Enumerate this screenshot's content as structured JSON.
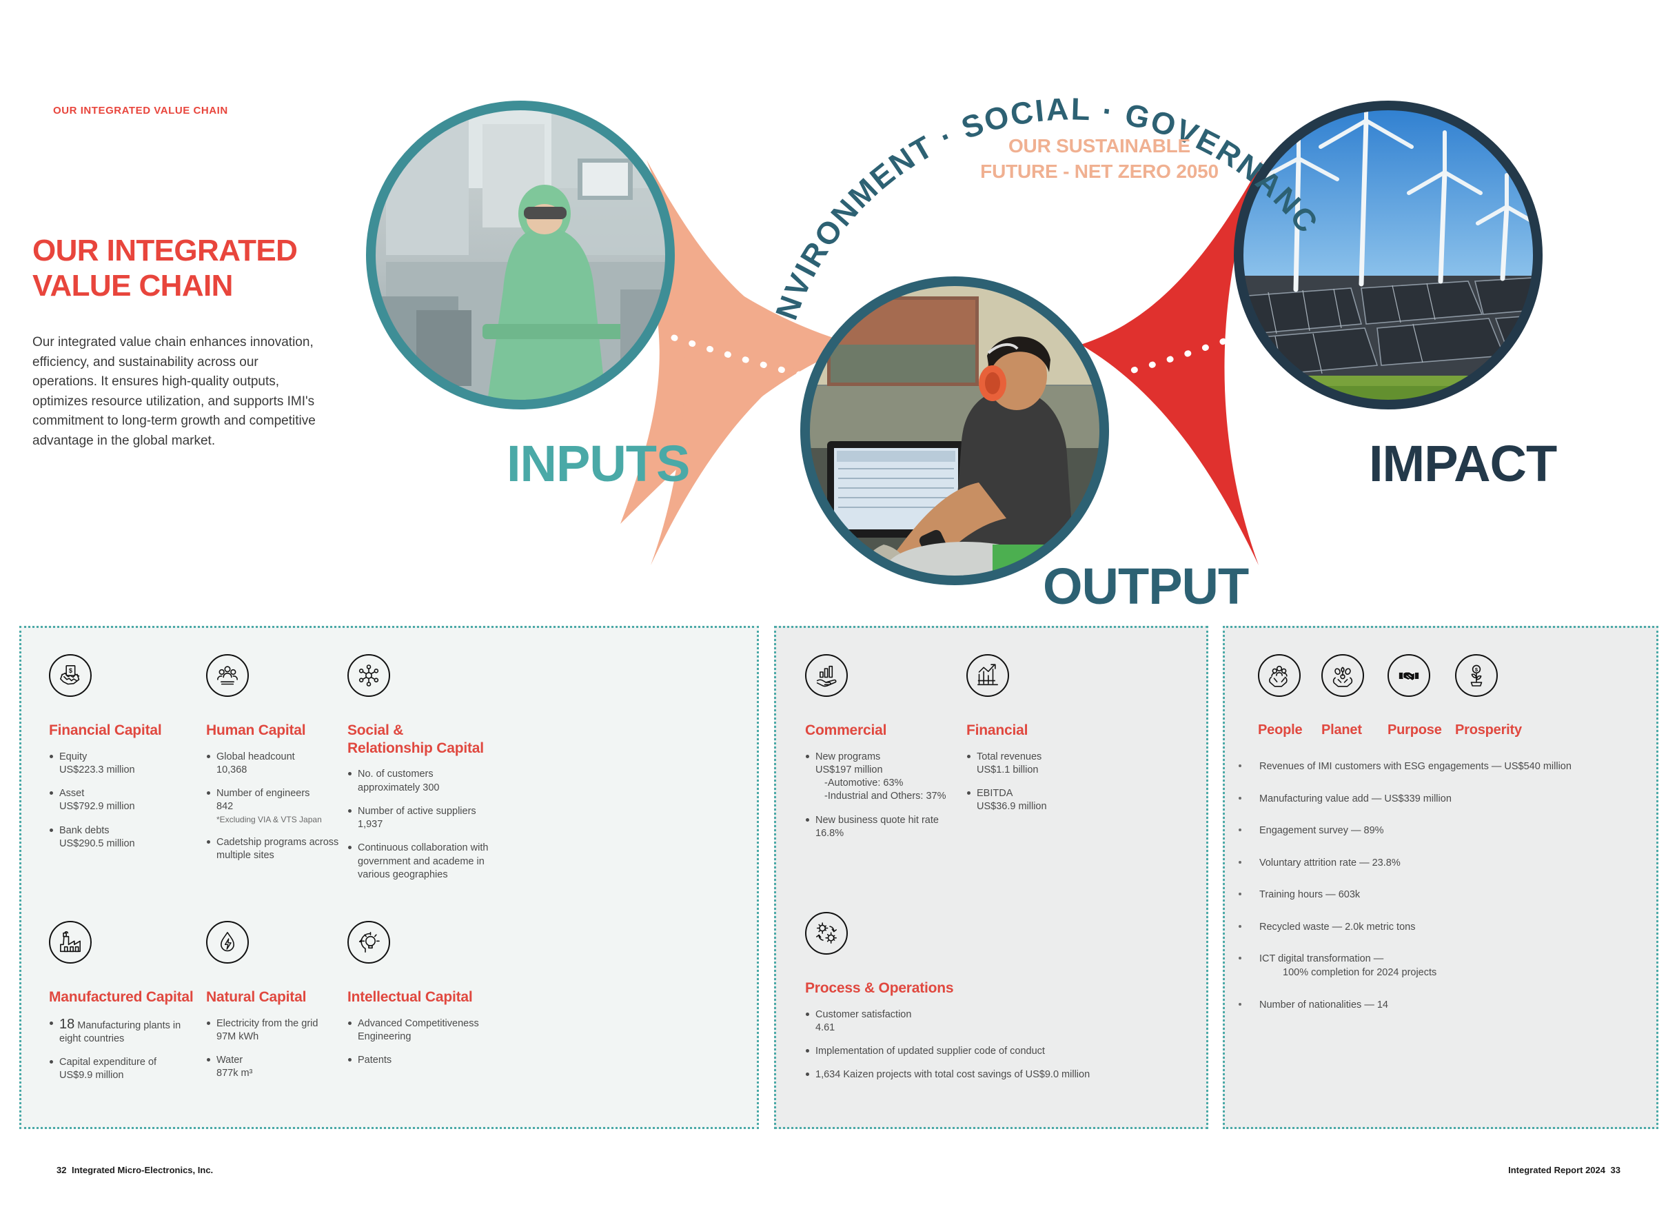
{
  "eyebrow": "OUR INTEGRATED VALUE CHAIN",
  "page_title": "OUR INTEGRATED\nVALUE CHAIN",
  "intro": "Our integrated value chain enhances innovation, efficiency, and sustainability across our operations. It ensures high-quality outputs, optimizes resource utilization, and supports IMI's commitment to long-term growth and competitive advantage in the global market.",
  "diagram": {
    "arc_text": "ENVIRONMENT · SOCIAL · GOVERNANCE",
    "sustainable_line1": "OUR SUSTAINABLE",
    "sustainable_line2": "FUTURE - NET ZERO 2050",
    "label_inputs": "INPUTS",
    "label_output": "OUTPUT",
    "label_impact": "IMPACT",
    "colors": {
      "inputs": "#4aa9a7",
      "output": "#2d6173",
      "impact": "#23394a",
      "connector_left": "#f2ab8c",
      "connector_right": "#e0312e",
      "arc": "#2d6173",
      "sustainable": "#f0b091"
    }
  },
  "inputs": {
    "cards": [
      {
        "icon": "handshake-dollar-icon",
        "title": "Financial Capital",
        "bullets": [
          {
            "label": "Equity",
            "value": "US$223.3 million"
          },
          {
            "label": "Asset",
            "value": "US$792.9 million"
          },
          {
            "label": "Bank debts",
            "value": "US$290.5 million"
          }
        ]
      },
      {
        "icon": "people-group-icon",
        "title": "Human Capital",
        "bullets": [
          {
            "label": "Global headcount",
            "value": "10,368"
          },
          {
            "label": "Number of engineers",
            "value": "842",
            "note": "*Excluding VIA & VTS Japan"
          },
          {
            "label": "Cadetship programs across multiple sites"
          }
        ]
      },
      {
        "icon": "network-nodes-icon",
        "title": "Social &\nRelationship Capital",
        "bullets": [
          {
            "label": "No. of customers",
            "value": "approximately 300"
          },
          {
            "label": "Number of active suppliers",
            "value": "1,937"
          },
          {
            "label": "Continuous collaboration with government and academe in various geographies"
          }
        ]
      },
      {
        "icon": "factory-icon",
        "title": "Manufactured Capital",
        "bullets": [
          {
            "big": "18",
            "label": "Manufacturing plants in eight countries"
          },
          {
            "label": "Capital expenditure of",
            "value": "US$9.9 million"
          }
        ]
      },
      {
        "icon": "water-drop-energy-icon",
        "title": "Natural Capital",
        "bullets": [
          {
            "label": "Electricity from the grid",
            "value": "97M kWh"
          },
          {
            "label": "Water",
            "value": "877k m³"
          }
        ]
      },
      {
        "icon": "head-lightbulb-icon",
        "title": "Intellectual Capital",
        "bullets": [
          {
            "label": "Advanced Competitiveness Engineering"
          },
          {
            "label": "Patents"
          }
        ]
      }
    ]
  },
  "output": {
    "cards": [
      {
        "icon": "hand-bar-chart-icon",
        "title": "Commercial",
        "bullets": [
          {
            "label": "New programs",
            "value": "US$197 million",
            "subs": [
              "-Automotive:  63%",
              "-Industrial and Others: 37%"
            ]
          },
          {
            "label": "New business quote hit rate",
            "value": "16.8%"
          }
        ]
      },
      {
        "icon": "growth-chart-icon",
        "title": "Financial",
        "bullets": [
          {
            "label": "Total revenues",
            "value": "US$1.1 billion"
          },
          {
            "label": "EBITDA",
            "value": "US$36.9 million"
          }
        ]
      },
      {
        "icon": "gears-cycle-icon",
        "title": "Process & Operations",
        "bullets": [
          {
            "label": "Customer satisfaction",
            "value": "4.61"
          },
          {
            "label": "Implementation of updated supplier code of conduct"
          },
          {
            "label": "1,634 Kaizen projects with total cost savings of US$9.0 million"
          }
        ]
      }
    ]
  },
  "impact": {
    "headings": [
      {
        "icon": "hands-people-icon",
        "label": "People"
      },
      {
        "icon": "hands-nature-icon",
        "label": "Planet"
      },
      {
        "icon": "handshake-icon",
        "label": "Purpose"
      },
      {
        "icon": "money-plant-icon",
        "label": "Prosperity"
      }
    ],
    "bullets": [
      {
        "text": "Revenues of IMI customers with ESG engagements — US$540 million"
      },
      {
        "text": "Manufacturing value add — US$339 million"
      },
      {
        "text": "Engagement survey — 89%"
      },
      {
        "text": "Voluntary attrition rate — 23.8%"
      },
      {
        "text": "Training hours — 603k"
      },
      {
        "text": "Recycled waste — 2.0k metric tons"
      },
      {
        "text": "ICT digital transformation —",
        "indent": "100% completion for 2024 projects"
      },
      {
        "text": "Number of nationalities — 14"
      }
    ]
  },
  "footer": {
    "left_page": "32",
    "left_text": "Integrated Micro-Electronics, Inc.",
    "right_text": "Integrated Report 2024",
    "right_page": "33"
  }
}
